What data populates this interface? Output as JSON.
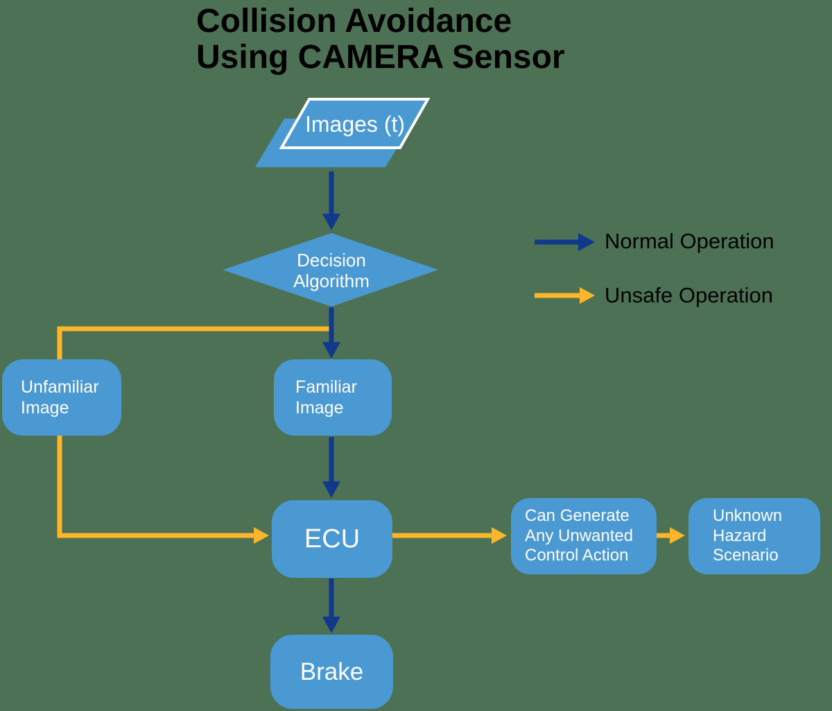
{
  "title": {
    "line1": "Collision Avoidance",
    "line2": "Using CAMERA Sensor"
  },
  "legend": {
    "normal_label": "Normal Operation",
    "unsafe_label": "Unsafe Operation"
  },
  "nodes": {
    "images": {
      "label": "Images (t)"
    },
    "decision": {
      "line1": "Decision",
      "line2": "Algorithm"
    },
    "unfamiliar": {
      "line1": "Unfamiliar",
      "line2": "Image"
    },
    "familiar": {
      "line1": "Familiar",
      "line2": "Image"
    },
    "ecu": {
      "label": "ECU"
    },
    "brake": {
      "label": "Brake"
    },
    "can_generate": {
      "line1": "Can Generate",
      "line2": "Any Unwanted",
      "line3": "Control Action"
    },
    "unknown_hazard": {
      "line1": "Unknown",
      "line2": "Hazard",
      "line3": "Scenario"
    }
  },
  "colors": {
    "background": "#4d7154",
    "node_fill": "#4a99d3",
    "node_text": "#ffffff",
    "title_text": "#000000",
    "normal_arrow": "#10398c",
    "unsafe_arrow": "#fdb62a"
  }
}
